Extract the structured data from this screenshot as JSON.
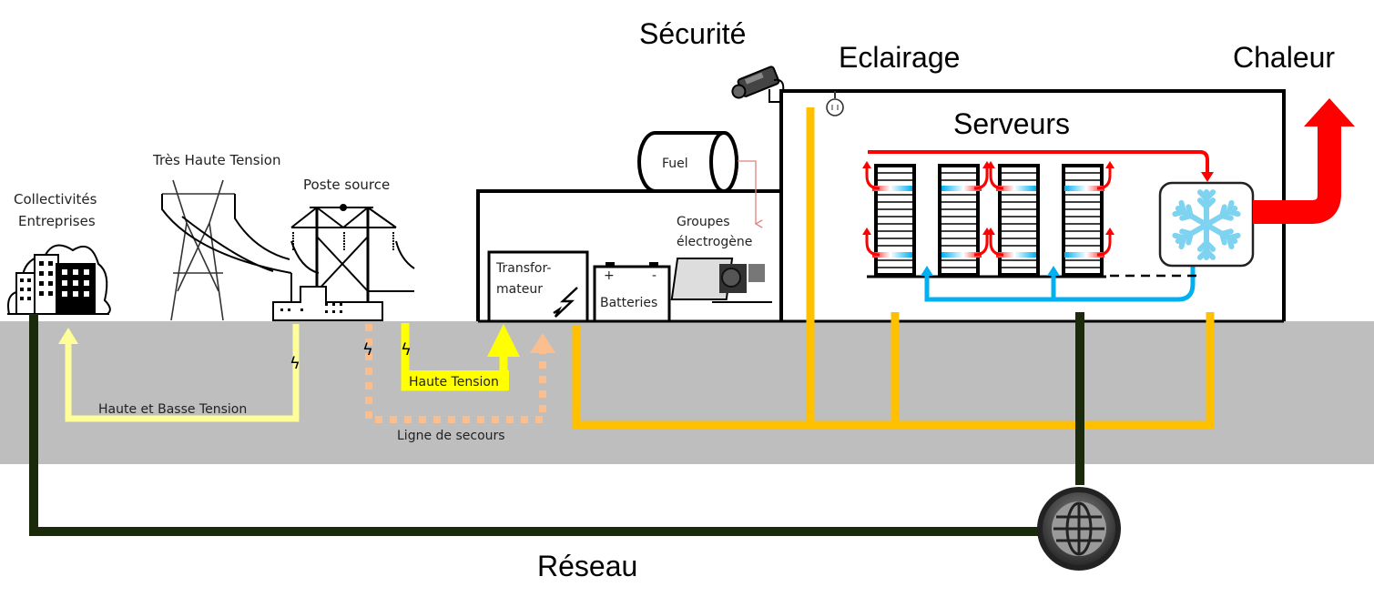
{
  "title_labels": {
    "securite": "Sécurité",
    "eclairage": "Eclairage",
    "chaleur": "Chaleur",
    "serveurs": "Serveurs",
    "reseau": "Réseau"
  },
  "left_labels": {
    "collectivites_line1": "Collectivités",
    "collectivites_line2": "Entreprises",
    "tres_haute_tension": "Très Haute Tension",
    "poste_source": "Poste source"
  },
  "underground_labels": {
    "haute_basse_tension": "Haute et Basse Tension",
    "haute_tension": "Haute Tension",
    "ligne_secours": "Ligne de secours"
  },
  "building_labels": {
    "fuel": "Fuel",
    "groupes_line1": "Groupes",
    "groupes_line2": "électrogène",
    "transfo_line1": "Transfor-",
    "transfo_line2": "mateur",
    "batteries": "Batteries",
    "battery_plus": "+",
    "battery_minus": "-"
  },
  "colors": {
    "ground": "#bebebe",
    "reseau_line": "#1c2a0c",
    "distribution": "#ffc000",
    "haute_basse_tension": "#ffff99",
    "haute_tension": "#ffff00",
    "ligne_secours": "#fbbf8f",
    "hot_air": "#ff0000",
    "cold_air": "#00b0f0",
    "snowflake": "#7dd3f0",
    "fuel_pipe": "#e08080"
  },
  "icons": [
    "buildings-icon",
    "pylon-icon",
    "substation-icon",
    "camera-icon",
    "bulb-icon",
    "fuel-tank-icon",
    "generator-icon",
    "battery-icon",
    "lightning-icon",
    "server-rack-icon",
    "snowflake-icon",
    "globe-icon",
    "heat-arrow-icon"
  ]
}
